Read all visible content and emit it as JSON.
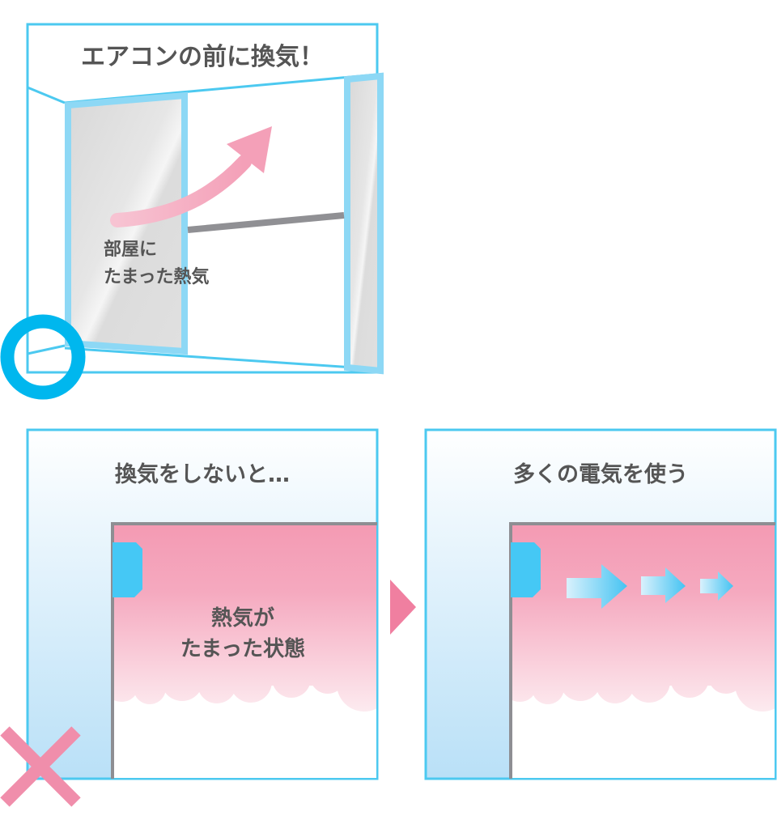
{
  "panel_good": {
    "title": "エアコンの前に換気！",
    "caption_line1": "部屋に",
    "caption_line2": "たまった熱気",
    "mark": "circle-ok"
  },
  "panel_bad": {
    "title": "換気をしないと…",
    "caption_line1": "熱気が",
    "caption_line2": "たまった状態",
    "mark": "cross-ng"
  },
  "panel_result": {
    "title": "多くの電気を使う"
  },
  "colors": {
    "frame": "#4cc9f0",
    "ok_circle": "#00b7ee",
    "ng_cross": "#f08eab",
    "heat": "#f49ab3",
    "text": "#555555"
  }
}
